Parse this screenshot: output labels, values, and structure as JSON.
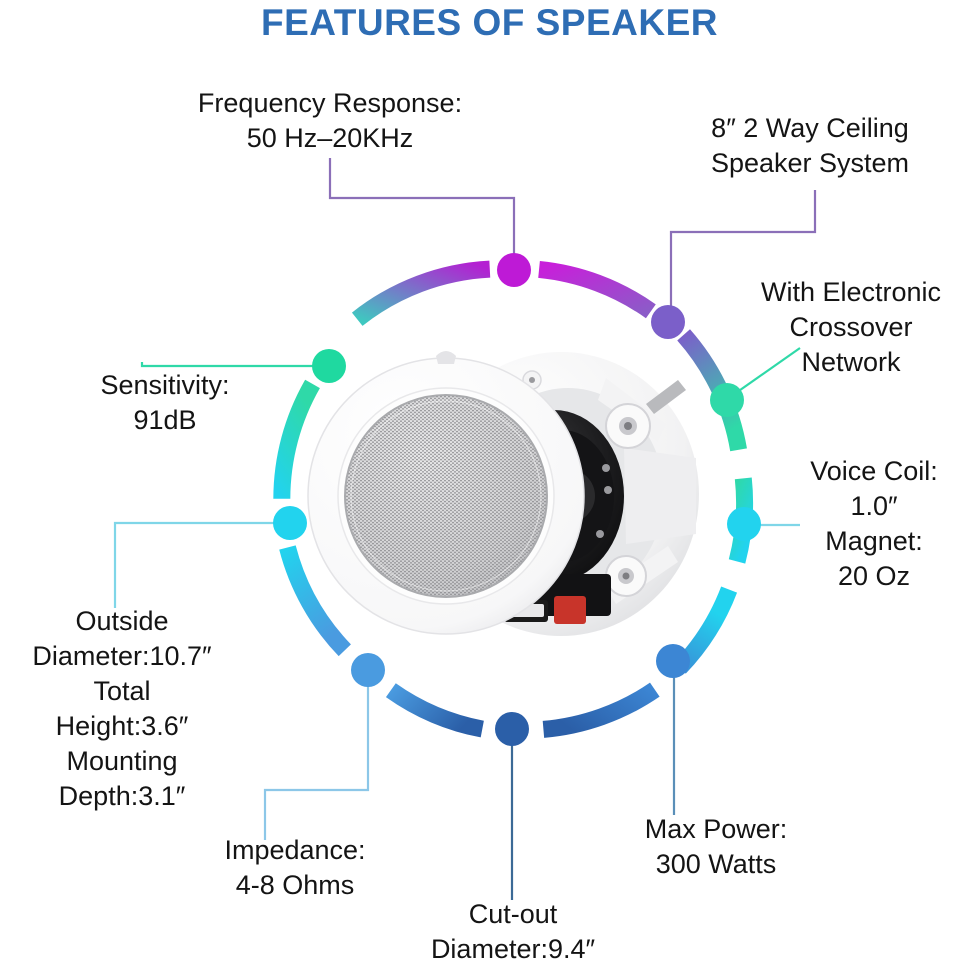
{
  "title": "FEATURES OF SPEAKER",
  "colors": {
    "title": "#2E6DB4",
    "text": "#141414",
    "background": "#FFFFFF",
    "ring_magenta": "#BE1AD6",
    "ring_purple": "#7B5FC9",
    "ring_teal": "#2FD9A8",
    "ring_cyan": "#22D3EE",
    "ring_blue_light": "#4A9BE0",
    "ring_blue_dark": "#2B5FA8",
    "connector_purple": "#8B6FB8",
    "connector_teal": "#2FD9A8",
    "connector_cyan": "#7FD6E8",
    "connector_blue": "#5A8FB8"
  },
  "features": [
    {
      "id": "frequency-response",
      "lines": "Frequency Response:\n50 Hz–20KHz",
      "dot_color": "#BE1AD6",
      "connector_color": "#8B6FB8"
    },
    {
      "id": "way-system",
      "lines": "8″ 2 Way Ceiling\nSpeaker System",
      "dot_color": "#7B5FC9",
      "connector_color": "#8B6FB8"
    },
    {
      "id": "crossover-network",
      "lines": "With Electronic\nCrossover\nNetwork",
      "dot_color": "#2FD9A8",
      "connector_color": "#2FD9A8"
    },
    {
      "id": "voice-coil-magnet",
      "lines": "Voice Coil:\n1.0″\nMagnet:\n20 Oz",
      "dot_color": "#22D3EE",
      "connector_color": "#7FD6E8"
    },
    {
      "id": "max-power",
      "lines": "Max Power:\n300 Watts",
      "dot_color": "#3C86D4",
      "connector_color": "#5A8FB8"
    },
    {
      "id": "cut-out-diameter",
      "lines": "Cut-out\nDiameter:9.4″",
      "dot_color": "#2B5FA8",
      "connector_color": "#3C6A96"
    },
    {
      "id": "impedance",
      "lines": "Impedance:\n4-8 Ohms",
      "dot_color": "#4A9BE0",
      "connector_color": "#8CC7E8"
    },
    {
      "id": "dimensions",
      "lines": "Outside\nDiameter:10.7″\nTotal\nHeight:3.6″\nMounting\nDepth:3.1″",
      "dot_color": "#22D3EE",
      "connector_color": "#7FD6E8"
    },
    {
      "id": "sensitivity",
      "lines": "Sensitivity:\n91dB",
      "dot_color": "#1FD9A0",
      "connector_color": "#2FD9A8"
    }
  ],
  "product": {
    "name": "8 inch 2-way in-ceiling speaker",
    "grille_label": "perforated-metal-grille",
    "terminal_positive_color": "#C8342A",
    "terminal_negative_color": "#1A1A1A"
  },
  "chart_data": {
    "type": "diagram",
    "title": "FEATURES OF SPEAKER",
    "layout": "radial callout ring with 8 gradient arc segments and 9 node dots",
    "center": [
      512,
      500
    ],
    "ring_radius": 232,
    "specifications": [
      {
        "label": "Frequency Response",
        "value": "50 Hz–20KHz"
      },
      {
        "label": "Speaker System",
        "value": "8″ 2 Way Ceiling"
      },
      {
        "label": "Crossover",
        "value": "With Electronic Crossover Network"
      },
      {
        "label": "Voice Coil",
        "value": "1.0″"
      },
      {
        "label": "Magnet",
        "value": "20 Oz"
      },
      {
        "label": "Max Power",
        "value": "300 Watts"
      },
      {
        "label": "Cut-out Diameter",
        "value": "9.4″"
      },
      {
        "label": "Impedance",
        "value": "4-8 Ohms"
      },
      {
        "label": "Outside Diameter",
        "value": "10.7″"
      },
      {
        "label": "Total Height",
        "value": "3.6″"
      },
      {
        "label": "Mounting Depth",
        "value": "3.1″"
      },
      {
        "label": "Sensitivity",
        "value": "91dB"
      }
    ]
  }
}
